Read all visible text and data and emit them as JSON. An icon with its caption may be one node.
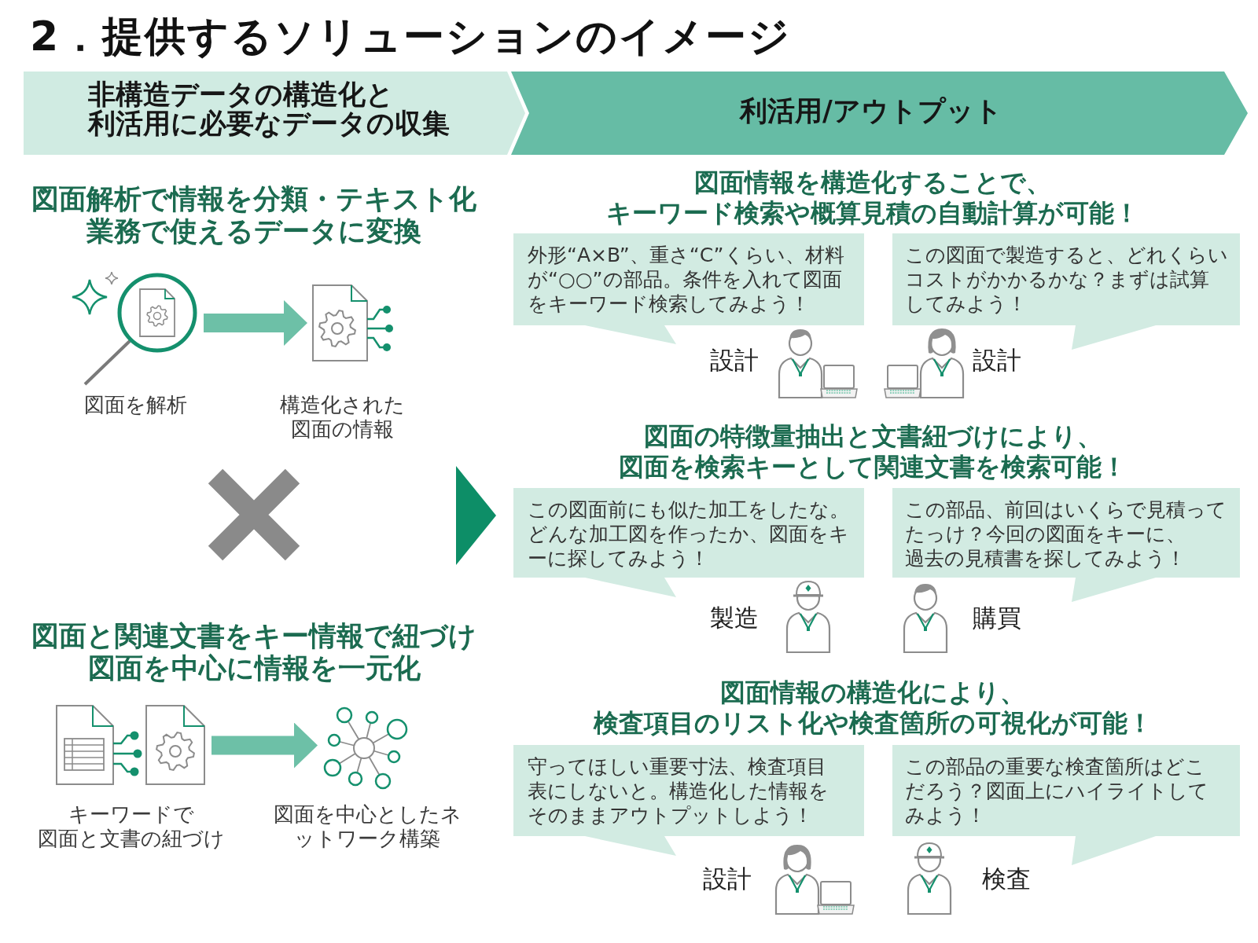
{
  "diagram": {
    "title": "2．提供するソリューションのイメージ",
    "nodes": [
      {
        "text": [
          "非構造データの構造化と利活用に必要なデータの収集"
        ]
      },
      {
        "text": [
          "利活用/アウトプット"
        ]
      },
      {
        "text": [],
        "shape": "picture",
        "beside": [
          "図面を解析"
        ]
      },
      {
        "text": [],
        "shape": "picture",
        "beside": [
          "構造化された図面の情報"
        ]
      },
      {
        "text": [],
        "shape": "picture",
        "beside": [
          "キーワードで図面と文書の紐づけ"
        ]
      },
      {
        "text": [],
        "shape": "picture",
        "beside": [
          "図面を中心としたネットワーク構築"
        ]
      },
      {
        "text": [
          "外形“A×B”、重さ“C”くらい、材料が“○○”の部品。条件を入れて図面をキーワード検索してみよう！"
        ]
      },
      {
        "text": [
          "この図面で製造すると、どれくらいコストがかかるかな？まずは試算してみよう！"
        ]
      },
      {
        "text": [
          "この図面前にも似た加工をしたな。どんな加工図を作ったか、図面をキーに探してみよう！"
        ]
      },
      {
        "text": [
          "この部品、前回はいくらで見積ってたっけ？今回の図面をキーに、過去の見積書を探してみよう！"
        ]
      },
      {
        "text": [
          "守ってほしい重要寸法、検査項目表にしないと。構造化した情報をそのままアウトプットしよう！"
        ]
      },
      {
        "text": [
          "この部品の重要な検査箇所はどこだろう？図面上にハイライトしてみよう！"
        ]
      }
    ],
    "edges": [
      {
        "from": 2,
        "to": 3,
        "arrow": "to"
      },
      {
        "from": 4,
        "to": 5,
        "arrow": "to"
      }
    ],
    "labels": [
      "図面解析で情報を分類・テキスト化業務で使えるデータに変換",
      "図面と関連文書をキー情報で紐づけ図面を中心に情報を一元化",
      "図面情報を構造化することで、キーワード検索や概算見積の自動計算が可能！",
      "設計",
      "設計",
      "図面の特徴量抽出と文書紐づけにより、図面を検索キーとして関連文書を検索可能！",
      "製造",
      "購買",
      "図面情報の構造化により、検査項目のリスト化や検査箇所の可視化が可能！",
      "設計",
      "検査"
    ]
  }
}
